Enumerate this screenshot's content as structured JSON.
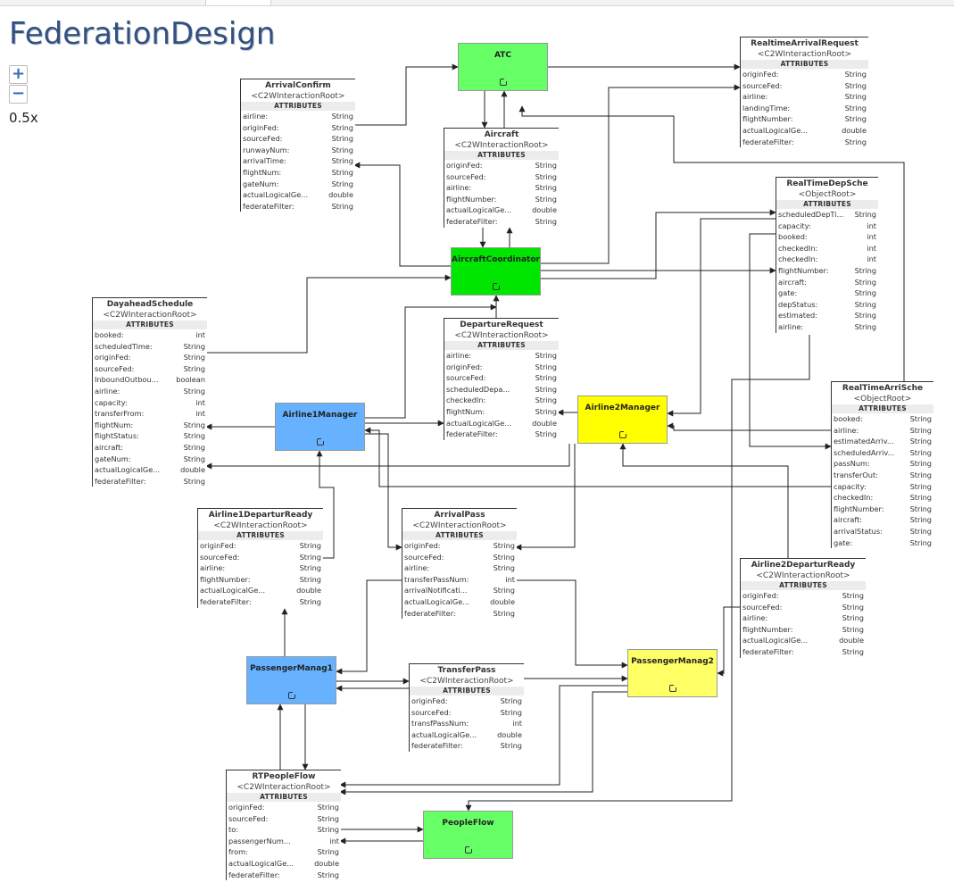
{
  "title": "FederationDesign",
  "zoom": {
    "in_label": "+",
    "out_label": "−",
    "level": "0.5x"
  },
  "colors": {
    "green_light": "#66ff66",
    "green": "#00e600",
    "blue": "#66b2ff",
    "yellow": "#ffff00",
    "yellow_light": "#ffff66",
    "title": "#33507f",
    "line": "#222222"
  },
  "federates": [
    {
      "id": "atc",
      "name": "ATC",
      "color": "#66ff66",
      "icon": "external-link-icon"
    },
    {
      "id": "aircraftcoordinator",
      "name": "AircraftCoordinator",
      "color": "#00e600",
      "icon": "external-link-icon"
    },
    {
      "id": "airline1manager",
      "name": "Airline1Manager",
      "color": "#66b2ff",
      "icon": "external-link-icon"
    },
    {
      "id": "airline2manager",
      "name": "Airline2Manager",
      "color": "#ffff00",
      "icon": "external-link-icon"
    },
    {
      "id": "passengermanag1",
      "name": "PassengerManag1",
      "color": "#66b2ff",
      "icon": "external-link-icon"
    },
    {
      "id": "passengermanag2",
      "name": "PassengerManag2",
      "color": "#ffff66",
      "icon": "external-link-icon"
    },
    {
      "id": "peopleflow",
      "name": "PeopleFlow",
      "color": "#66ff66",
      "icon": "external-link-icon"
    }
  ],
  "classes": [
    {
      "id": "arrivalconfirm",
      "name": "ArrivalConfirm",
      "stereotype": "<C2WInteractionRoot>",
      "section": "ATTRIBUTES",
      "attributes": [
        [
          "airline:",
          "String"
        ],
        [
          "originFed:",
          "String"
        ],
        [
          "sourceFed:",
          "String"
        ],
        [
          "runwayNum:",
          "String"
        ],
        [
          "arrivalTime:",
          "String"
        ],
        [
          "flightNum:",
          "String"
        ],
        [
          "gateNum:",
          "String"
        ],
        [
          "actualLogicalGe...",
          "double"
        ],
        [
          "federateFilter:",
          "String"
        ]
      ]
    },
    {
      "id": "aircraft",
      "name": "Aircraft",
      "stereotype": "<C2WInteractionRoot>",
      "section": "ATTRIBUTES",
      "attributes": [
        [
          "originFed:",
          "String"
        ],
        [
          "sourceFed:",
          "String"
        ],
        [
          "airline:",
          "String"
        ],
        [
          "flightNumber:",
          "String"
        ],
        [
          "actualLogicalGe...",
          "double"
        ],
        [
          "federateFilter:",
          "String"
        ]
      ]
    },
    {
      "id": "realtimearrivalrequest",
      "name": "RealtimeArrivalRequest",
      "stereotype": "<C2WInteractionRoot>",
      "section": "ATTRIBUTES",
      "attributes": [
        [
          "originFed:",
          "String"
        ],
        [
          "sourceFed:",
          "String"
        ],
        [
          "airline:",
          "String"
        ],
        [
          "landingTime:",
          "String"
        ],
        [
          "flightNumber:",
          "String"
        ],
        [
          "actualLogicalGe...",
          "double"
        ],
        [
          "federateFilter:",
          "String"
        ]
      ]
    },
    {
      "id": "realtimedepsche",
      "name": "RealTimeDepSche",
      "stereotype": "<ObjectRoot>",
      "section": "ATTRIBUTES",
      "attributes": [
        [
          "scheduledDepTi...",
          "String"
        ],
        [
          "capacity:",
          "int"
        ],
        [
          "booked:",
          "int"
        ],
        [
          "checkedIn:",
          "int"
        ],
        [
          "checkedIn:",
          "int"
        ],
        [
          "flightNumber:",
          "String"
        ],
        [
          "aircraft:",
          "String"
        ],
        [
          "gate:",
          "String"
        ],
        [
          "depStatus:",
          "String"
        ],
        [
          "estimated:",
          "String"
        ],
        [
          "airline:",
          "String"
        ]
      ]
    },
    {
      "id": "dayaheadschedule",
      "name": "DayaheadSchedule",
      "stereotype": "<C2WInteractionRoot>",
      "section": "ATTRIBUTES",
      "attributes": [
        [
          "booked:",
          "int"
        ],
        [
          "scheduledTime:",
          "String"
        ],
        [
          "originFed:",
          "String"
        ],
        [
          "sourceFed:",
          "String"
        ],
        [
          "InboundOutbou...",
          "boolean"
        ],
        [
          "airline:",
          "String"
        ],
        [
          "capacity:",
          "int"
        ],
        [
          "transferFrom:",
          "int"
        ],
        [
          "flightNum:",
          "String"
        ],
        [
          "flightStatus:",
          "String"
        ],
        [
          "aircraft:",
          "String"
        ],
        [
          "gateNum:",
          "String"
        ],
        [
          "actualLogicalGe...",
          "double"
        ],
        [
          "federateFilter:",
          "String"
        ]
      ]
    },
    {
      "id": "departurerequest",
      "name": "DepartureRequest",
      "stereotype": "<C2WInteractionRoot>",
      "section": "ATTRIBUTES",
      "attributes": [
        [
          "airline:",
          "String"
        ],
        [
          "originFed:",
          "String"
        ],
        [
          "sourceFed:",
          "String"
        ],
        [
          "scheduledDepa...",
          "String"
        ],
        [
          "checkedIn:",
          "String"
        ],
        [
          "flightNum:",
          "String"
        ],
        [
          "actualLogicalGe...",
          "double"
        ],
        [
          "federateFilter:",
          "String"
        ]
      ]
    },
    {
      "id": "realtimearrische",
      "name": "RealTimeArriSche",
      "stereotype": "<ObjectRoot>",
      "section": "ATTRIBUTES",
      "attributes": [
        [
          "booked:",
          "String"
        ],
        [
          "airline:",
          "String"
        ],
        [
          "estimatedArriv...",
          "String"
        ],
        [
          "scheduledArriv...",
          "String"
        ],
        [
          "passNum:",
          "String"
        ],
        [
          "transferOut:",
          "String"
        ],
        [
          "capacity:",
          "String"
        ],
        [
          "checkedIn:",
          "String"
        ],
        [
          "flightNumber:",
          "String"
        ],
        [
          "aircraft:",
          "String"
        ],
        [
          "arrivalStatus:",
          "String"
        ],
        [
          "gate:",
          "String"
        ]
      ]
    },
    {
      "id": "airline1departurready",
      "name": "Airline1DeparturReady",
      "stereotype": "<C2WInteractionRoot>",
      "section": "ATTRIBUTES",
      "attributes": [
        [
          "originFed:",
          "String"
        ],
        [
          "sourceFed:",
          "String"
        ],
        [
          "airline:",
          "String"
        ],
        [
          "flightNumber:",
          "String"
        ],
        [
          "actualLogicalGe...",
          "double"
        ],
        [
          "federateFilter:",
          "String"
        ]
      ]
    },
    {
      "id": "arrivalpass",
      "name": "ArrivalPass",
      "stereotype": "<C2WInteractionRoot>",
      "section": "ATTRIBUTES",
      "attributes": [
        [
          "originFed:",
          "String"
        ],
        [
          "sourceFed:",
          "String"
        ],
        [
          "airline:",
          "String"
        ],
        [
          "transferPassNum:",
          "int"
        ],
        [
          "arrivalNotificati...",
          "String"
        ],
        [
          "actualLogicalGe...",
          "double"
        ],
        [
          "federateFilter:",
          "String"
        ]
      ]
    },
    {
      "id": "airline2departurready",
      "name": "Airline2DeparturReady",
      "stereotype": "<C2WInteractionRoot>",
      "section": "ATTRIBUTES",
      "attributes": [
        [
          "originFed:",
          "String"
        ],
        [
          "sourceFed:",
          "String"
        ],
        [
          "airline:",
          "String"
        ],
        [
          "flightNumber:",
          "String"
        ],
        [
          "actualLogicalGe...",
          "double"
        ],
        [
          "federateFilter:",
          "String"
        ]
      ]
    },
    {
      "id": "transferpass",
      "name": "TransferPass",
      "stereotype": "<C2WInteractionRoot>",
      "section": "ATTRIBUTES",
      "attributes": [
        [
          "originFed:",
          "String"
        ],
        [
          "sourceFed:",
          "String"
        ],
        [
          "transfPassNum:",
          "int"
        ],
        [
          "actualLogicalGe...",
          "double"
        ],
        [
          "federateFilter:",
          "String"
        ]
      ]
    },
    {
      "id": "rtpeopleflow",
      "name": "RTPeopleFlow",
      "stereotype": "<C2WInteractionRoot>",
      "section": "ATTRIBUTES",
      "attributes": [
        [
          "originFed:",
          "String"
        ],
        [
          "sourceFed:",
          "String"
        ],
        [
          "to:",
          "String"
        ],
        [
          "passengerNum...",
          "int"
        ],
        [
          "from:",
          "String"
        ],
        [
          "actualLogicalGe...",
          "double"
        ],
        [
          "federateFilter:",
          "String"
        ]
      ]
    }
  ]
}
